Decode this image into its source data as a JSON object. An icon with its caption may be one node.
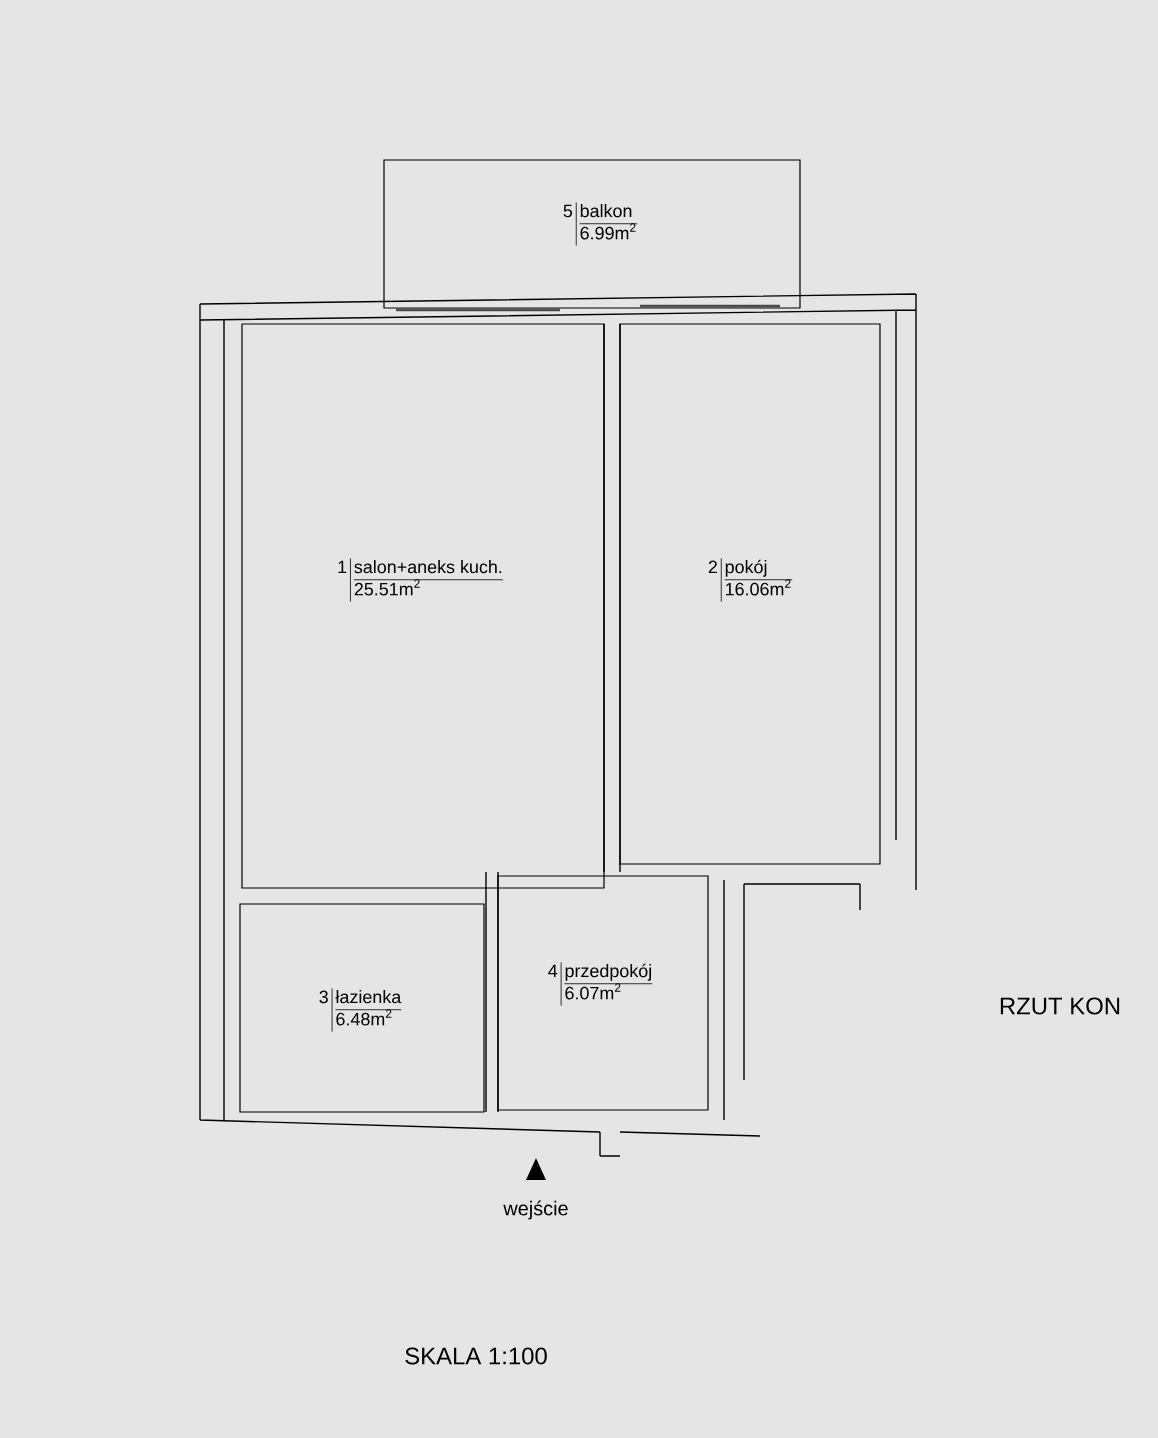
{
  "diagram": {
    "nodes": [
      {
        "text": [
          "5",
          "balkon",
          "6.99m$^{2}$"
        ]
      },
      {
        "text": [
          "1",
          "salon+aneks kuch.",
          "25.51m$^{2}$"
        ]
      },
      {
        "text": [
          "2",
          "pokój",
          "16.06m$^{2}$"
        ]
      },
      {
        "text": [
          "3",
          "łazienka",
          "6.48m$^{2}$"
        ]
      },
      {
        "text": [
          "4",
          "przedpokój",
          "6.07m$^{2}$"
        ]
      }
    ],
    "labels": [
      "wejście",
      "RZUT KON",
      "SKALA 1:100"
    ]
  }
}
